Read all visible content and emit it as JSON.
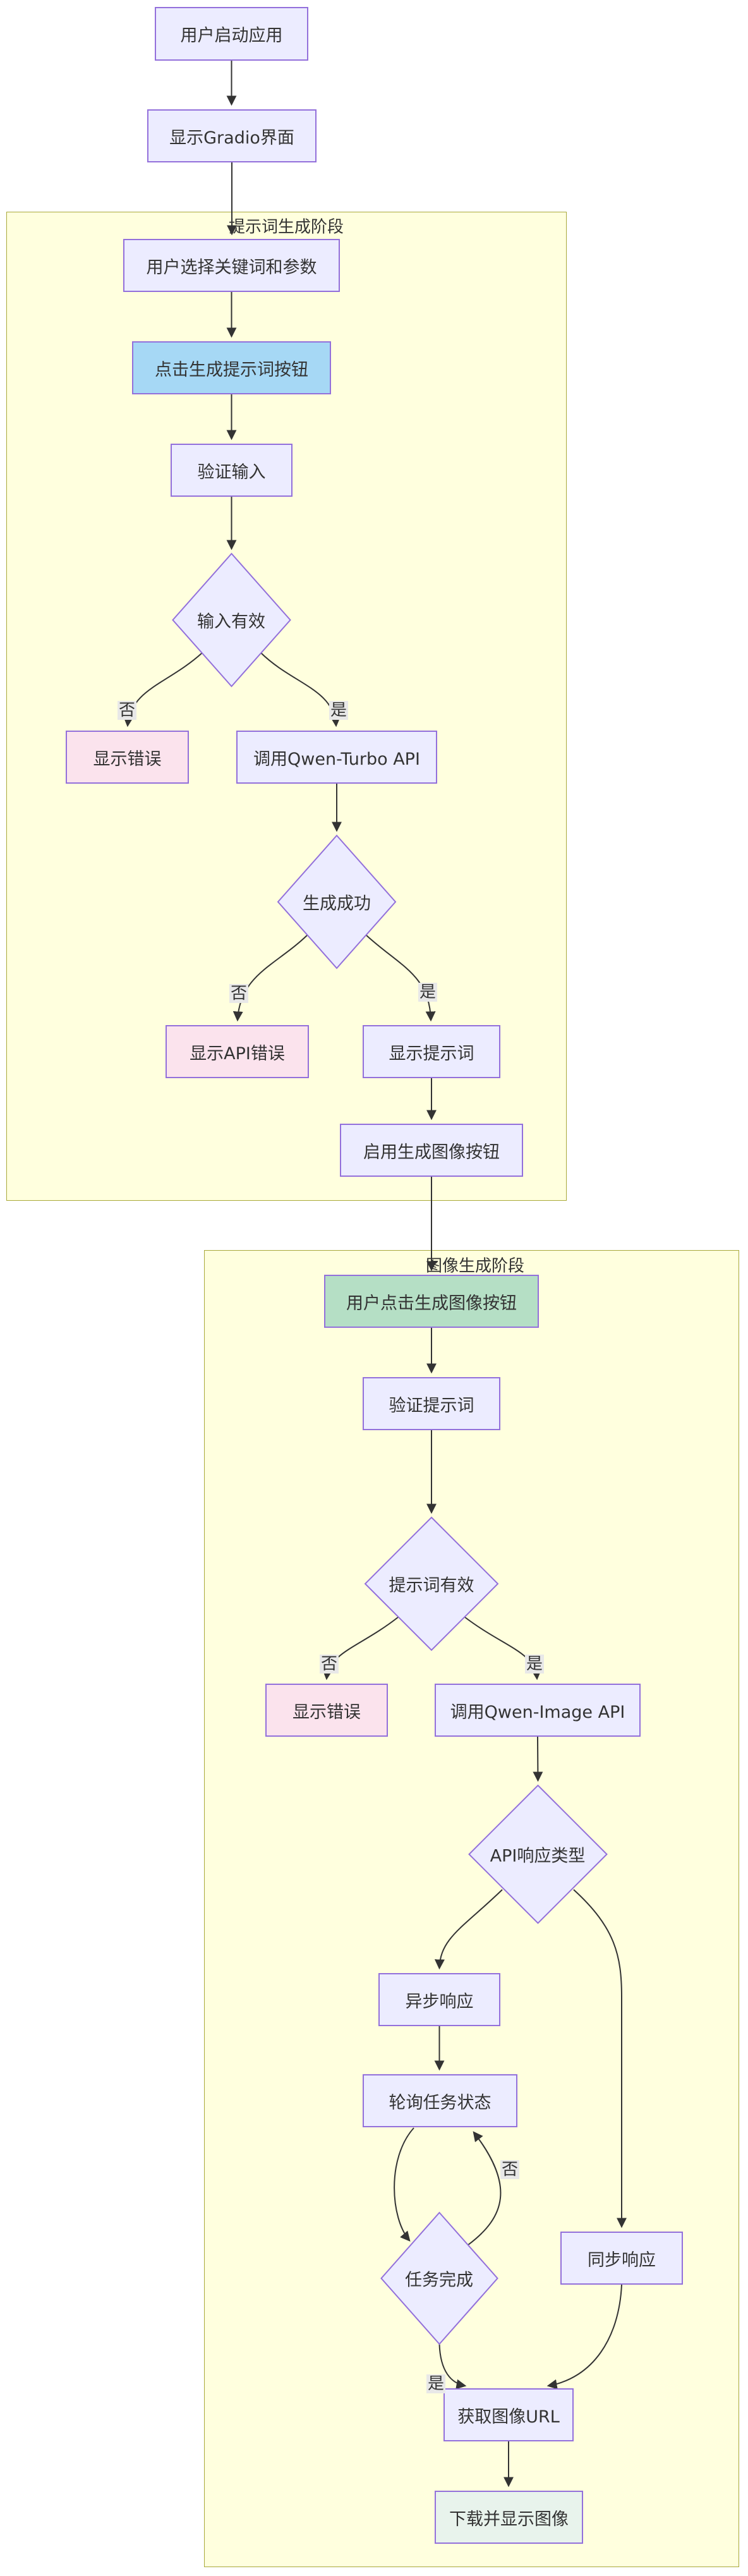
{
  "flowchart": {
    "type": "flowchart-TB",
    "clusters": [
      {
        "id": "prompt-phase",
        "label": "提示词生成阶段"
      },
      {
        "id": "image-phase",
        "label": "图像生成阶段"
      }
    ],
    "nodes": [
      {
        "id": "start",
        "label": "用户启动应用",
        "shape": "rect",
        "variant": "default"
      },
      {
        "id": "show-gradio",
        "label": "显示Gradio界面",
        "shape": "rect",
        "variant": "default"
      },
      {
        "id": "select-keywords",
        "label": "用户选择关键词和参数",
        "shape": "rect",
        "variant": "default"
      },
      {
        "id": "click-prompt-btn",
        "label": "点击生成提示词按钮",
        "shape": "rect",
        "variant": "blue"
      },
      {
        "id": "validate-input",
        "label": "验证输入",
        "shape": "rect",
        "variant": "default"
      },
      {
        "id": "input-valid",
        "label": "输入有效",
        "shape": "diamond",
        "variant": "default"
      },
      {
        "id": "show-error-1",
        "label": "显示错误",
        "shape": "rect",
        "variant": "pink"
      },
      {
        "id": "call-qwen-turbo",
        "label": "调用Qwen-Turbo API",
        "shape": "rect",
        "variant": "default"
      },
      {
        "id": "gen-success",
        "label": "生成成功",
        "shape": "diamond",
        "variant": "default"
      },
      {
        "id": "show-api-error",
        "label": "显示API错误",
        "shape": "rect",
        "variant": "pink"
      },
      {
        "id": "show-prompt",
        "label": "显示提示词",
        "shape": "rect",
        "variant": "default"
      },
      {
        "id": "enable-image-btn",
        "label": "启用生成图像按钮",
        "shape": "rect",
        "variant": "default"
      },
      {
        "id": "click-image-btn",
        "label": "用户点击生成图像按钮",
        "shape": "rect",
        "variant": "green"
      },
      {
        "id": "validate-prompt",
        "label": "验证提示词",
        "shape": "rect",
        "variant": "default"
      },
      {
        "id": "prompt-valid",
        "label": "提示词有效",
        "shape": "diamond",
        "variant": "default"
      },
      {
        "id": "show-error-2",
        "label": "显示错误",
        "shape": "rect",
        "variant": "pink"
      },
      {
        "id": "call-qwen-image",
        "label": "调用Qwen-Image API",
        "shape": "rect",
        "variant": "default"
      },
      {
        "id": "api-response-type",
        "label": "API响应类型",
        "shape": "diamond",
        "variant": "default"
      },
      {
        "id": "async-response",
        "label": "异步响应",
        "shape": "rect",
        "variant": "default"
      },
      {
        "id": "poll-task-status",
        "label": "轮询任务状态",
        "shape": "rect",
        "variant": "default"
      },
      {
        "id": "task-done",
        "label": "任务完成",
        "shape": "diamond",
        "variant": "default"
      },
      {
        "id": "sync-response",
        "label": "同步响应",
        "shape": "rect",
        "variant": "default"
      },
      {
        "id": "get-image-url",
        "label": "获取图像URL",
        "shape": "rect",
        "variant": "default"
      },
      {
        "id": "download-display",
        "label": "下载并显示图像",
        "shape": "rect",
        "variant": "mint"
      }
    ],
    "edges": [
      {
        "from": "start",
        "to": "show-gradio",
        "label": ""
      },
      {
        "from": "show-gradio",
        "to": "select-keywords",
        "label": ""
      },
      {
        "from": "select-keywords",
        "to": "click-prompt-btn",
        "label": ""
      },
      {
        "from": "click-prompt-btn",
        "to": "validate-input",
        "label": ""
      },
      {
        "from": "validate-input",
        "to": "input-valid",
        "label": ""
      },
      {
        "from": "input-valid",
        "to": "show-error-1",
        "label": "否"
      },
      {
        "from": "input-valid",
        "to": "call-qwen-turbo",
        "label": "是"
      },
      {
        "from": "call-qwen-turbo",
        "to": "gen-success",
        "label": ""
      },
      {
        "from": "gen-success",
        "to": "show-api-error",
        "label": "否"
      },
      {
        "from": "gen-success",
        "to": "show-prompt",
        "label": "是"
      },
      {
        "from": "show-prompt",
        "to": "enable-image-btn",
        "label": ""
      },
      {
        "from": "enable-image-btn",
        "to": "click-image-btn",
        "label": ""
      },
      {
        "from": "click-image-btn",
        "to": "validate-prompt",
        "label": ""
      },
      {
        "from": "validate-prompt",
        "to": "prompt-valid",
        "label": ""
      },
      {
        "from": "prompt-valid",
        "to": "show-error-2",
        "label": "否"
      },
      {
        "from": "prompt-valid",
        "to": "call-qwen-image",
        "label": "是"
      },
      {
        "from": "call-qwen-image",
        "to": "api-response-type",
        "label": ""
      },
      {
        "from": "api-response-type",
        "to": "async-response",
        "label": ""
      },
      {
        "from": "api-response-type",
        "to": "sync-response",
        "label": ""
      },
      {
        "from": "async-response",
        "to": "poll-task-status",
        "label": ""
      },
      {
        "from": "poll-task-status",
        "to": "task-done",
        "label": ""
      },
      {
        "from": "task-done",
        "to": "poll-task-status",
        "label": "否"
      },
      {
        "from": "task-done",
        "to": "get-image-url",
        "label": "是"
      },
      {
        "from": "sync-response",
        "to": "get-image-url",
        "label": ""
      },
      {
        "from": "get-image-url",
        "to": "download-display",
        "label": ""
      }
    ],
    "colors": {
      "node_fill": "#ececff",
      "node_border": "#9370db",
      "highlight_blue": "#a6d8f5",
      "highlight_green": "#b5dfc5",
      "error_pink": "#fbe3ed",
      "result_mint": "#e8f3ec",
      "cluster_fill": "#ffffde",
      "cluster_border": "#a9a93a",
      "edge": "#333333",
      "edge_label_bg": "#e8e8e8",
      "text": "#333333"
    }
  }
}
